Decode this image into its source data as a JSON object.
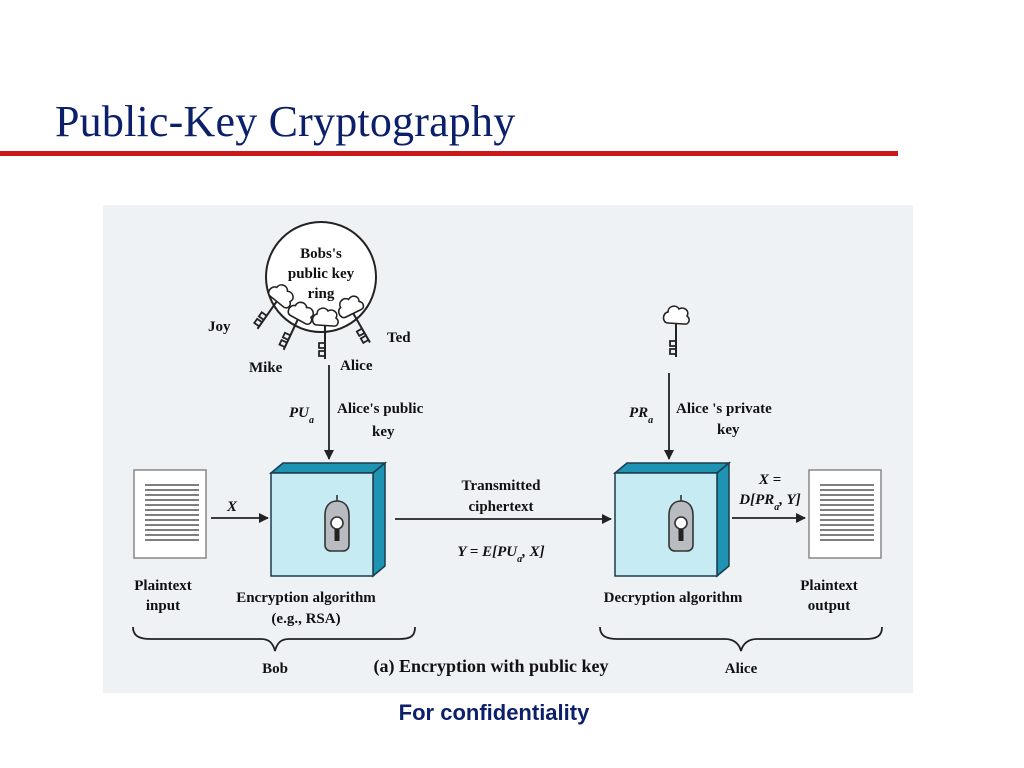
{
  "slide": {
    "title": "Public-Key Cryptography",
    "caption": "For confidentiality"
  },
  "diagram": {
    "key_ring": {
      "line1": "Bobs's",
      "line2": "public key",
      "line3": "ring"
    },
    "key_owners": {
      "joy": "Joy",
      "mike": "Mike",
      "alice": "Alice",
      "ted": "Ted"
    },
    "public_key": {
      "symbol": "PU",
      "subscript": "a",
      "desc_line1": "Alice's public",
      "desc_line2": "key"
    },
    "private_key": {
      "symbol": "PR",
      "subscript": "a",
      "desc_line1": "Alice 's private",
      "desc_line2": "key"
    },
    "plaintext_input": {
      "line1": "Plaintext",
      "line2": "input"
    },
    "plaintext_output": {
      "line1": "Plaintext",
      "line2": "output"
    },
    "input_var": "X",
    "encryption": {
      "line1": "Encryption algorithm",
      "line2": "(e.g., RSA)"
    },
    "decryption": {
      "line1": "Decryption algorithm"
    },
    "channel": {
      "line1": "Transmitted",
      "line2": "ciphertext",
      "eq_prefix": "Y = E[",
      "eq_sym": "PU",
      "eq_sub": "a",
      "eq_suffix": ", X]"
    },
    "output_eq": {
      "line1": "X =",
      "prefix": "D[",
      "sym": "PR",
      "sub": "a",
      "suffix": ", Y]"
    },
    "sender_label": "Bob",
    "receiver_label": "Alice",
    "figure_caption": "(a) Encryption with public key"
  }
}
